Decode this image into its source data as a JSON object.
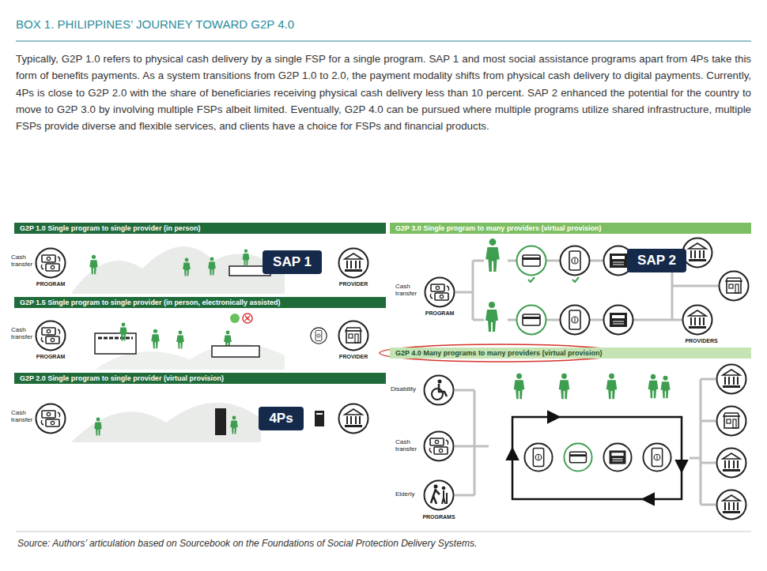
{
  "diagram": {
    "title": "BOX 1. PHILIPPINES’ JOURNEY TOWARD G2P 4.0",
    "caption": "Source: Authors’ articulation based on Sourcebook on the Foundations of Social Protection Delivery Systems.",
    "nodes": [
      {
        "text": [
          "G2P 1.0 Single program to single provider (in person)"
        ]
      },
      {
        "text": [
          "SAP 1"
        ]
      },
      {
        "text": [
          "G2P 1.5 Single program to single provider (in person, electronically assisted)"
        ]
      },
      {
        "text": [
          "G2P 2.0 Single program to single provider (virtual provision)"
        ]
      },
      {
        "text": [
          "4Ps"
        ]
      },
      {
        "text": [
          "G2P 3.0 Single program to many providers (virtual provision)"
        ]
      },
      {
        "text": [
          "SAP 2"
        ]
      },
      {
        "text": [
          "G2P 4.0 Many programs to many providers (virtual provision)"
        ]
      }
    ],
    "labels": [
      "Typically, G2P 1.0 refers to physical cash delivery by a single FSP for a single program. SAP 1 and most social assistance programs apart from 4Ps take this form of benefits payments. As a system transitions from G2P 1.0 to 2.0, the payment modality shifts from physical cash delivery to digital payments. Currently, 4Ps is close to G2P 2.0 with the share of beneficiaries receiving physical cash delivery less than 10 percent. SAP 2 enhanced the potential for the country to move to G2P 3.0 by involving multiple FSPs albeit limited. Eventually, G2P 4.0 can be pursued where multiple programs utilize shared infrastructure, multiple FSPs provide diverse and flexible services, and clients have a choice for FSPs and financial products.",
      "Cash transfer",
      "PROGRAM",
      "PROVIDER",
      "Cash transfer",
      "PROGRAM",
      "PROVIDER",
      "Cash transfer",
      "Cash transfer",
      "PROGRAM",
      "PROVIDERS",
      "Disability",
      "Cash transfer",
      "Elderly",
      "PROGRAMS"
    ]
  }
}
